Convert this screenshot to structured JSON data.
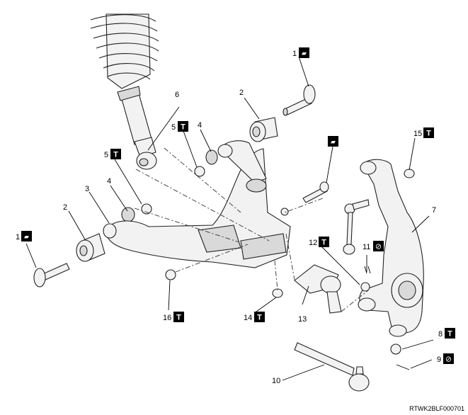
{
  "callouts": [
    {
      "id": "1a",
      "number": "1",
      "icon": "grease-icon"
    },
    {
      "id": "1b",
      "number": "1",
      "icon": "grease-icon"
    },
    {
      "id": "2a",
      "number": "2"
    },
    {
      "id": "2b",
      "number": "2"
    },
    {
      "id": "3",
      "number": "3"
    },
    {
      "id": "4a",
      "number": "4"
    },
    {
      "id": "4b",
      "number": "4"
    },
    {
      "id": "5a",
      "number": "5",
      "icon": "torque-icon"
    },
    {
      "id": "5b",
      "number": "5",
      "icon": "torque-icon"
    },
    {
      "id": "6",
      "number": "6"
    },
    {
      "id": "7",
      "number": "7"
    },
    {
      "id": "8",
      "number": "8",
      "icon": "torque-icon"
    },
    {
      "id": "9",
      "number": "9",
      "icon": "no-reuse-icon"
    },
    {
      "id": "10",
      "number": "10"
    },
    {
      "id": "11",
      "number": "11",
      "icon": "no-reuse-icon"
    },
    {
      "id": "12",
      "number": "12",
      "icon": "torque-icon"
    },
    {
      "id": "13",
      "number": "13"
    },
    {
      "id": "14",
      "number": "14",
      "icon": "torque-icon"
    },
    {
      "id": "15",
      "number": "15",
      "icon": "torque-icon"
    },
    {
      "id": "16",
      "number": "16",
      "icon": "torque-icon"
    },
    {
      "id": "g",
      "number": "",
      "icon": "grease-icon"
    }
  ],
  "icon_glyphs": {
    "torque": "T",
    "no_reuse": "⊘",
    "grease": "▰"
  },
  "figure_code": "RTWK2BLF000701",
  "colors": {
    "part": "#f2f2f2",
    "shade": "#d9d9d9",
    "line": "#222222",
    "icon_bg": "#000000"
  }
}
